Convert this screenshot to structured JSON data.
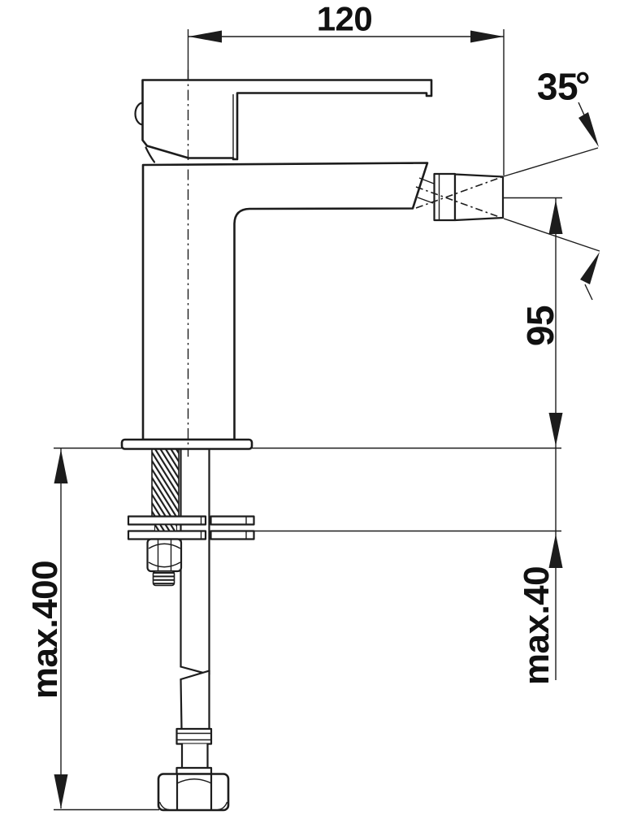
{
  "drawing": {
    "type": "technical-dimension-drawing",
    "subject": "single-lever bidet mixer tap, side view with mounting hardware",
    "background_color": "#ffffff",
    "line_color": "#1c1c1c",
    "text_color": "#111111",
    "dimensions": {
      "spout_reach": "120",
      "stream_angle_value": "35",
      "stream_angle_unit": "°",
      "spout_height": "95",
      "max_supply_hose_reach": "max.400",
      "max_deck_thickness": "max.40"
    }
  }
}
